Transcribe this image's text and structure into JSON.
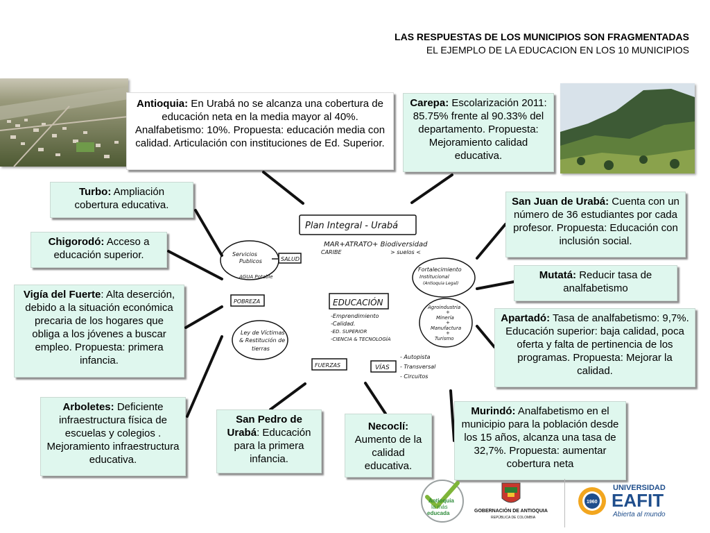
{
  "header": {
    "title": "LAS RESPUESTAS DE LOS MUNICIPIOS SON FRAGMENTADAS",
    "subtitle": "EL EJEMPLO DE LA EDUCACION EN LOS 10 MUNICIPIOS"
  },
  "boxes": {
    "antioquia": {
      "name": "Antioquia:",
      "text": " En Urabá no se alcanza una cobertura de educación neta en la media mayor al 40%. Analfabetismo: 10%. Propuesta: educación media con calidad. Articulación con instituciones de Ed. Superior."
    },
    "carepa": {
      "name": "Carepa:",
      "text": " Escolarización 2011: 85.75% frente al 90.33% del departamento. Propuesta: Mejoramiento calidad educativa."
    },
    "turbo": {
      "name": "Turbo:",
      "text": " Ampliación cobertura educativa."
    },
    "chigorodo": {
      "name": "Chigorodó:",
      "text": " Acceso a educación superior."
    },
    "vigia": {
      "name": "Vigía del Fuerte",
      "text": ": Alta deserción, debido a la situación económica precaria de los hogares que obliga a los jóvenes a buscar empleo. Propuesta: primera infancia."
    },
    "arboletes": {
      "name": "Arboletes:",
      "text": " Deficiente infraestructura física de escuelas y colegios . Mejoramiento infraestructura educativa."
    },
    "sanpedro": {
      "name": "San Pedro de Urabá",
      "text": ": Educación para la primera infancia."
    },
    "necocli": {
      "name": "Necoclí:",
      "text": " Aumento de la calidad educativa."
    },
    "murindo": {
      "name": "Murindó:",
      "text": " Analfabetismo en el municipio para la población desde los 15 años, alcanza una tasa de 32,7%. Propuesta: aumentar cobertura neta"
    },
    "sanjuan": {
      "name": "San Juan de Urabá:",
      "text": " Cuenta con un número de 36 estudiantes por cada profesor. Propuesta: Educación con inclusión social."
    },
    "mutata": {
      "name": "Mutatá:",
      "text": " Reducir tasa de analfabetismo"
    },
    "apartado": {
      "name": "Apartadó:",
      "text": " Tasa de analfabetismo: 9,7%. Educación superior: baja calidad, poca oferta y falta de pertinencia de los programas. Propuesta: Mejorar la calidad."
    }
  },
  "mindmap": {
    "center": "Plan Integral - Urabá",
    "top_line1": "MAR+ATRATO+ Biodiversidad",
    "top_line2": "CARIBE",
    "top_line3": "> suelos <",
    "servicios": [
      "Servicios",
      "Publicos"
    ],
    "salud": "SALUD",
    "agua": "AGUA Potable",
    "pobreza": "POBREZA",
    "ley": [
      "Ley de Víctimas",
      "& Restitución de",
      "tierras"
    ],
    "educacion": "EDUCACIÓN",
    "educacion_items": [
      "-Emprendimiento",
      "-Calidad.",
      "-ED. SUPERIOR",
      "-CIENCIA & TECNOLOGÍA"
    ],
    "fortalecimiento": [
      "Fortalecimiento",
      "Institucional",
      "(Antioquia Legal)"
    ],
    "agro": [
      "Agroindustria",
      "+",
      "Minería",
      "+",
      "Manufactura",
      "+",
      "Turismo"
    ],
    "fuerzas": "FUERZAS",
    "vias": "VÍAS",
    "vias_items": [
      "- Autopista",
      "- Transversal",
      "- Circuitos"
    ]
  },
  "logos": {
    "antioquia_1": "Antioquia",
    "antioquia_2": "la más",
    "antioquia_3": "educada",
    "gobernacion": "GOBERNACIÓN DE ANTIOQUIA",
    "republica": "REPÚBLICA DE COLOMBIA",
    "eafit_top": "UNIVERSIDAD",
    "eafit_main": "EAFIT",
    "eafit_tag": "Abierta al mundo",
    "eafit_year": "1960"
  }
}
